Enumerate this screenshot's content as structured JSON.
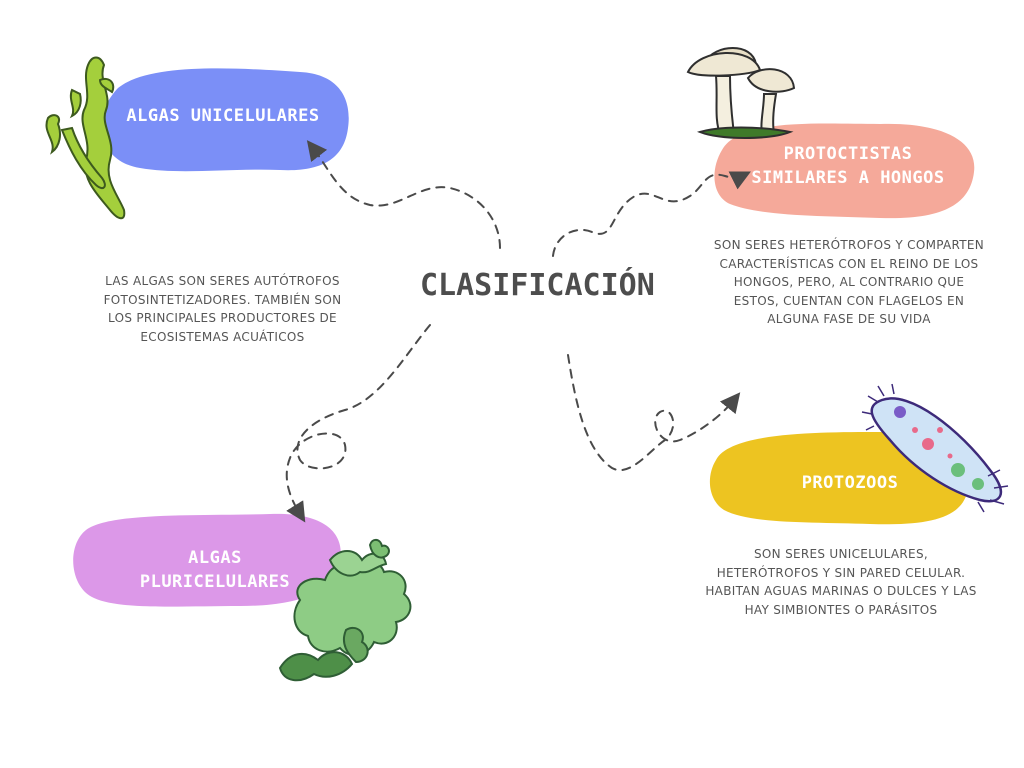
{
  "title": "CLASIFICACIÓN",
  "nodes": {
    "algas_unicelulares": {
      "label": "ALGAS UNICELULARES",
      "description": "LAS ALGAS SON SERES AUTÓTROFOS FOTOSINTETIZADORES. TAMBIÉN SON LOS PRINCIPALES PRODUCTORES DE ECOSISTEMAS ACUÁTICOS",
      "color": "#7b8ff7",
      "icon": "seaweed-icon"
    },
    "protoctistas_hongos": {
      "label": "PROTOCTISTAS SIMILARES A HONGOS",
      "description": "SON SERES HETERÓTROFOS Y COMPARTEN CARACTERÍSTICAS CON EL REINO DE LOS HONGOS, PERO, AL CONTRARIO QUE ESTOS, CUENTAN CON FLAGELOS EN ALGUNA FASE DE SU VIDA",
      "color": "#f5a99a",
      "icon": "mushroom-icon"
    },
    "algas_pluricelulares": {
      "label": "ALGAS PLURICELULARES",
      "color": "#dc98e8",
      "icon": "kelp-icon"
    },
    "protozoos": {
      "label": "PROTOZOOS",
      "description": "SON SERES UNICELULARES, HETERÓTROFOS Y SIN PARED CELULAR. HABITAN AGUAS MARINAS O DULCES Y LAS HAY SIMBIONTES O PARÁSITOS",
      "color": "#edc421",
      "icon": "paramecium-icon"
    }
  },
  "connector_color": "#4a4a4a"
}
